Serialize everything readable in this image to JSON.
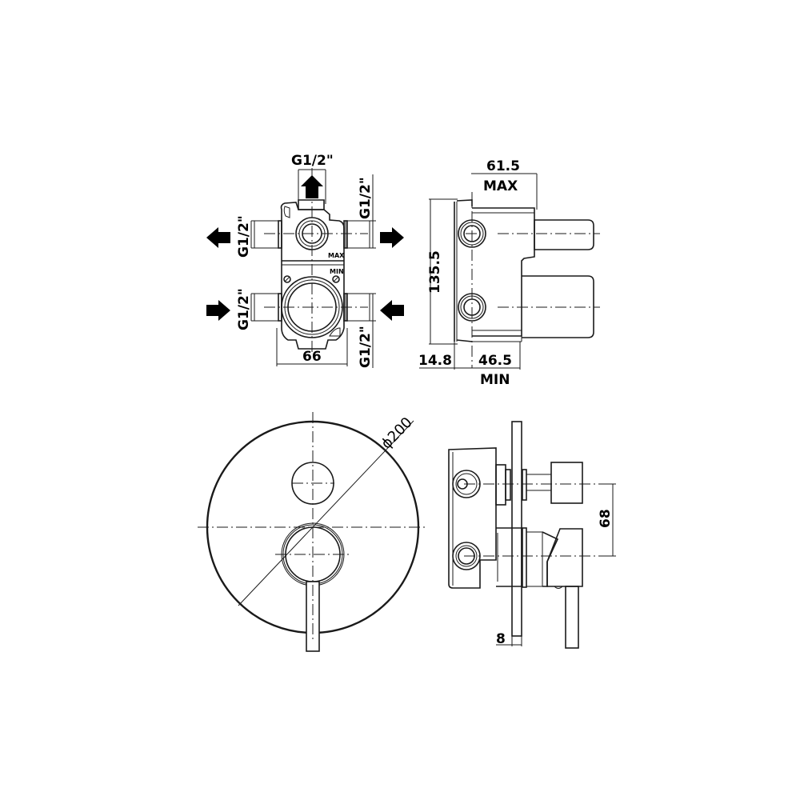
{
  "drawing": {
    "title": "Concealed shower mixer with diverter - technical dimension drawing",
    "views": {
      "front_body": {
        "connections": {
          "top_outlet": "G1/2\"",
          "left_upper_outlet": "G1/2\"",
          "left_lower_inlet": "G1/2\"",
          "right_upper_outlet": "G1/2\"",
          "right_lower_inlet": "G1/2\""
        },
        "width_dim": "66",
        "max_mark": "MAX",
        "min_mark": "MIN"
      },
      "side_body": {
        "height_dim": "135.5",
        "depth_max_dim": "61.5",
        "depth_max_label": "MAX",
        "offset_dim": "14.8",
        "depth_min_dim": "46.5",
        "depth_min_label": "MIN"
      },
      "front_plate": {
        "diameter_dim": "ϕ200"
      },
      "side_assembly": {
        "spacing_dim": "68",
        "plate_thickness_dim": "8"
      }
    }
  }
}
